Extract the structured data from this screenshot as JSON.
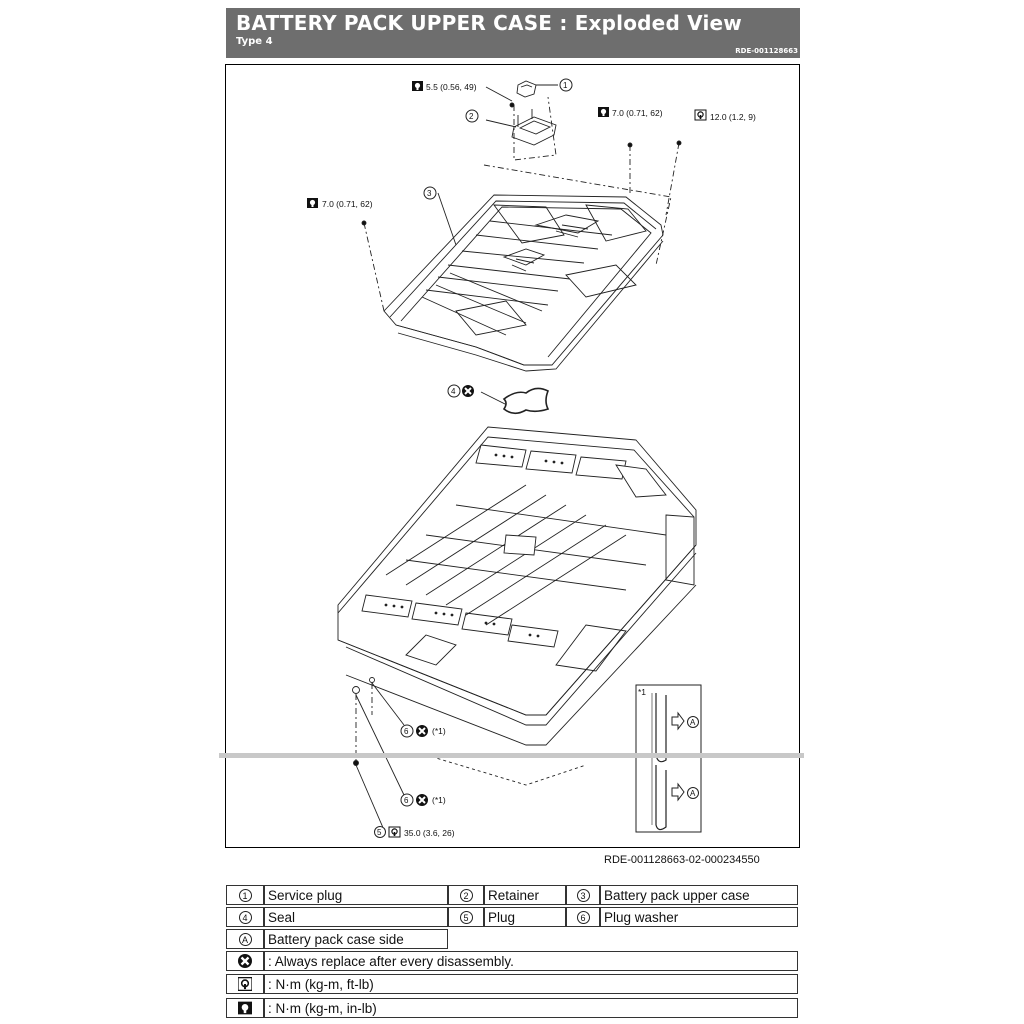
{
  "header": {
    "title": "BATTERY PACK UPPER CASE : Exploded View",
    "subtitle": "Type 4",
    "code": "RDE-001128663"
  },
  "figure": {
    "code": "RDE-001128663-02-000234550",
    "torque_labels": {
      "t1": "5.5 (0.56, 49)",
      "t2": "7.0 (0.71, 62)",
      "t3": "12.0 (1.2, 9)",
      "t4": "7.0 (0.71, 62)",
      "t5": "35.0 (3.6, 26)"
    },
    "callouts": {
      "c1": "1",
      "c2": "2",
      "c3": "3",
      "c4": "4",
      "c5": "5",
      "c6a": "6",
      "c6b": "6",
      "a1": "A",
      "a2": "A"
    },
    "note_mark": "(*1)",
    "inset_mark": "*1"
  },
  "legend": {
    "r1": {
      "n1": "1",
      "l1": "Service plug",
      "n2": "2",
      "l2": "Retainer",
      "n3": "3",
      "l3": "Battery pack upper case"
    },
    "r2": {
      "n1": "4",
      "l1": "Seal",
      "n2": "5",
      "l2": "Plug",
      "n3": "6",
      "l3": "Plug washer"
    },
    "r3": {
      "n1": "A",
      "l1": "Battery pack case side"
    },
    "replace": ": Always replace after every disassembly.",
    "torque_ft": ": N·m (kg-m, ft-lb)",
    "torque_in": ": N·m (kg-m, in-lb)"
  },
  "icons": [
    "replace-x-icon",
    "torque-wrench-icon",
    "torque-wrench-inlb-icon"
  ]
}
